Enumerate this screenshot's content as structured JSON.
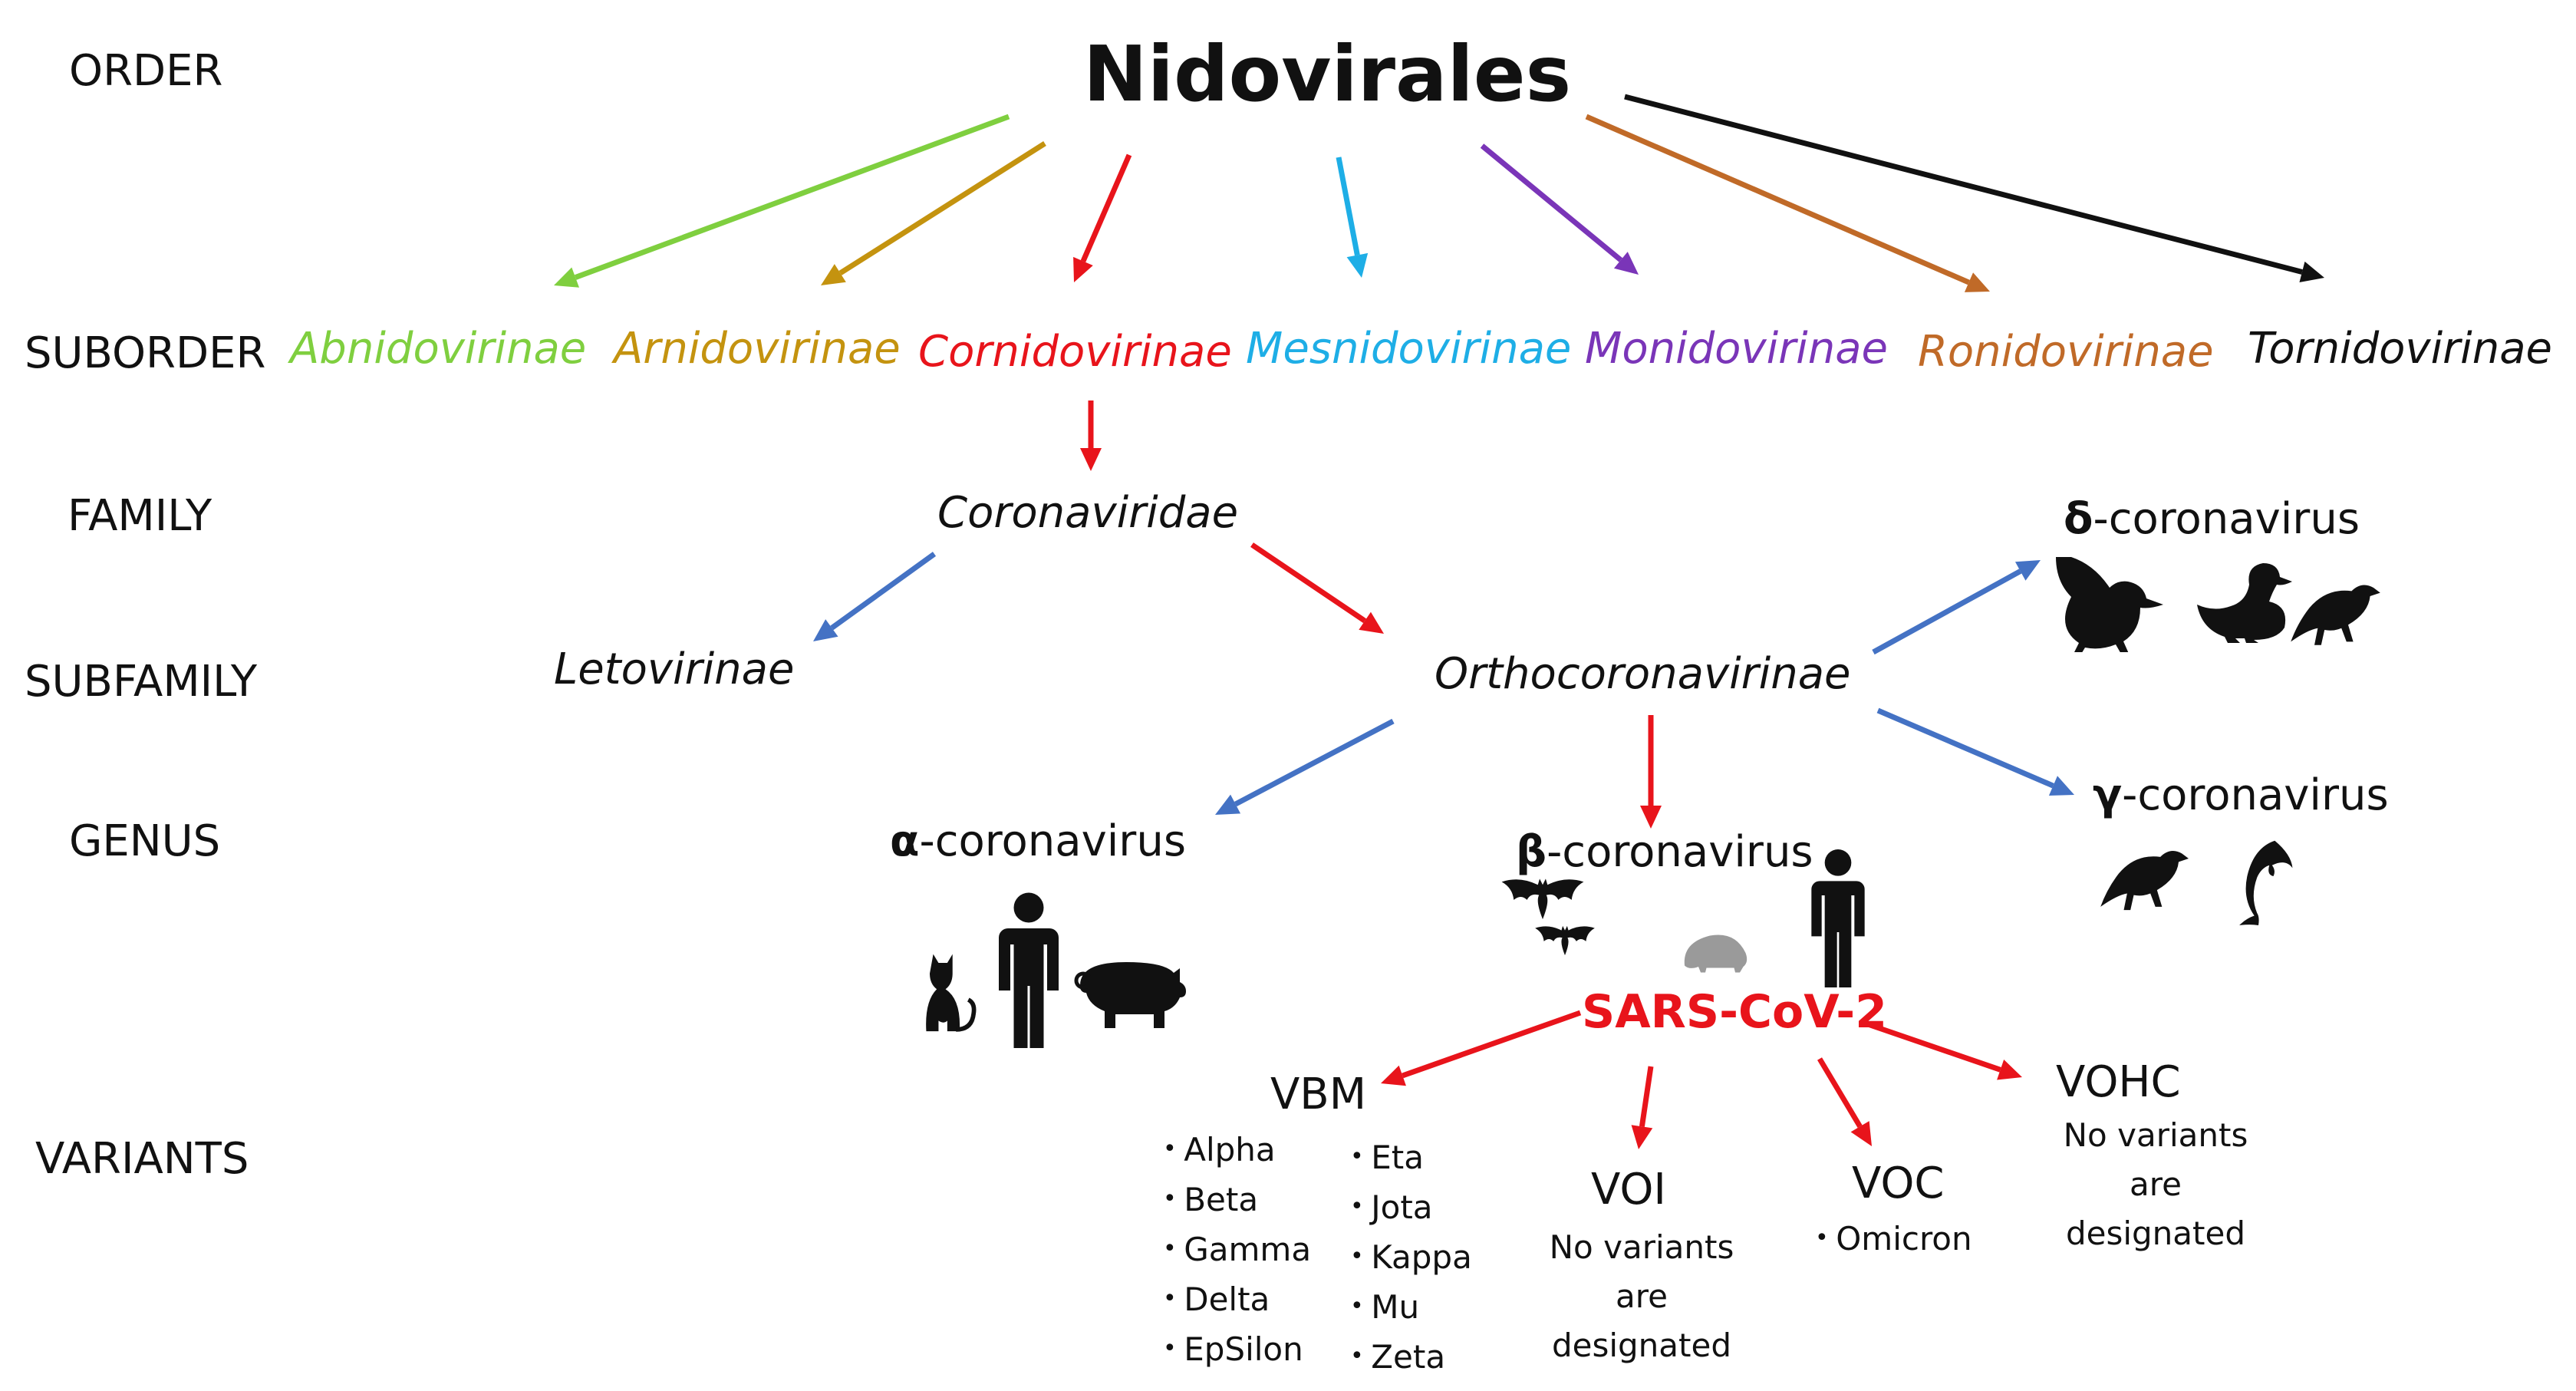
{
  "ranks": {
    "order": "ORDER",
    "suborder": "SUBORDER",
    "family": "FAMILY",
    "subfamily": "SUBFAMILY",
    "genus": "GENUS",
    "variants": "VARIANTS"
  },
  "order_name": "Nidovirales",
  "suborders": [
    {
      "name": "Abnidovirinae",
      "color": "#7fcf3f"
    },
    {
      "name": "Arnidovirinae",
      "color": "#c4930f"
    },
    {
      "name": "Cornidovirinae",
      "color": "#e8141b"
    },
    {
      "name": "Mesnidovirinae",
      "color": "#1eaee6"
    },
    {
      "name": "Monidovirinae",
      "color": "#7a35b8"
    },
    {
      "name": "Ronidovirinae",
      "color": "#c06a28"
    },
    {
      "name": "Tornidovirinae",
      "color": "#111111"
    }
  ],
  "family": "Coronaviridae",
  "subfamilies": [
    "Letovirinae",
    "Orthocoronavirinae"
  ],
  "genera": {
    "alpha": {
      "symbol": "α",
      "suffix": "-coronavirus"
    },
    "beta": {
      "symbol": "β",
      "suffix": "-coronavirus"
    },
    "gamma": {
      "symbol": "γ",
      "suffix": "-coronavirus"
    },
    "delta": {
      "symbol": "δ",
      "suffix": "-coronavirus"
    }
  },
  "virus": "SARS-CoV-2",
  "variant_groups": {
    "vbm": {
      "label": "VBM",
      "list_a": [
        "Alpha",
        "Beta",
        "Gamma",
        "Delta",
        "EpSilon"
      ],
      "list_b": [
        "Eta",
        "Jota",
        "Kappa",
        "Mu",
        "Zeta"
      ]
    },
    "voi": {
      "label": "VOI",
      "note": [
        "No variants",
        "are",
        "designated"
      ]
    },
    "voc": {
      "label": "VOC",
      "list": [
        "Omicron"
      ]
    },
    "vohc": {
      "label": "VOHC",
      "note": [
        "No variants",
        "are",
        "designated"
      ]
    }
  },
  "icons": {
    "alpha": [
      "cat-icon",
      "human-icon",
      "pig-icon"
    ],
    "beta": [
      "bat-icon",
      "hedgehog-icon",
      "human-icon"
    ],
    "gamma": [
      "bird-icon",
      "dolphin-icon"
    ],
    "delta": [
      "eagle-icon",
      "duck-icon",
      "bird-icon"
    ]
  },
  "colors": {
    "red_path": "#e8141b",
    "blue_path": "#4472c4",
    "silhouette": "#111111",
    "hedgehog": "#9a9a9a"
  }
}
